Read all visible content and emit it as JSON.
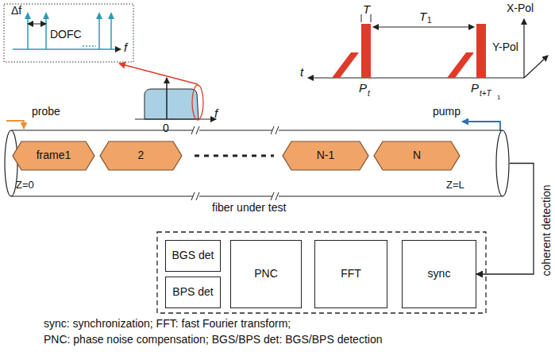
{
  "diagram": {
    "nodes": [
      {
        "text": [
          "fiber under test"
        ]
      },
      {
        "text": [
          "frame1"
        ],
        "in": 0
      },
      {
        "text": [
          "2"
        ],
        "in": 0
      },
      {
        "text": [
          "N-1"
        ],
        "in": 0
      },
      {
        "text": [
          "N"
        ],
        "in": 0
      },
      {
        "text": [
          "BGS det"
        ]
      },
      {
        "text": [
          "BPS det"
        ]
      },
      {
        "text": [
          "PNC"
        ]
      },
      {
        "text": [
          "FFT"
        ]
      },
      {
        "text": [
          "sync"
        ]
      }
    ],
    "edges": [
      {
        "from": 0,
        "to": 9,
        "arrow": "to",
        "label": "coherent detection"
      }
    ],
    "labels": [
      "Δf",
      "DOFC",
      "f",
      "0",
      "f",
      "probe",
      "pump",
      "T",
      "T",
      "1",
      "P",
      "t",
      "P",
      "t+T",
      "1",
      "t",
      "X-Pol",
      "Y-Pol",
      "Z=0",
      "Z=L",
      "sync: synchronization; FFT: fast Fourier transform;",
      "PNC: phase noise compensation; BGS/BPS det: BGS/BPS detection"
    ]
  }
}
